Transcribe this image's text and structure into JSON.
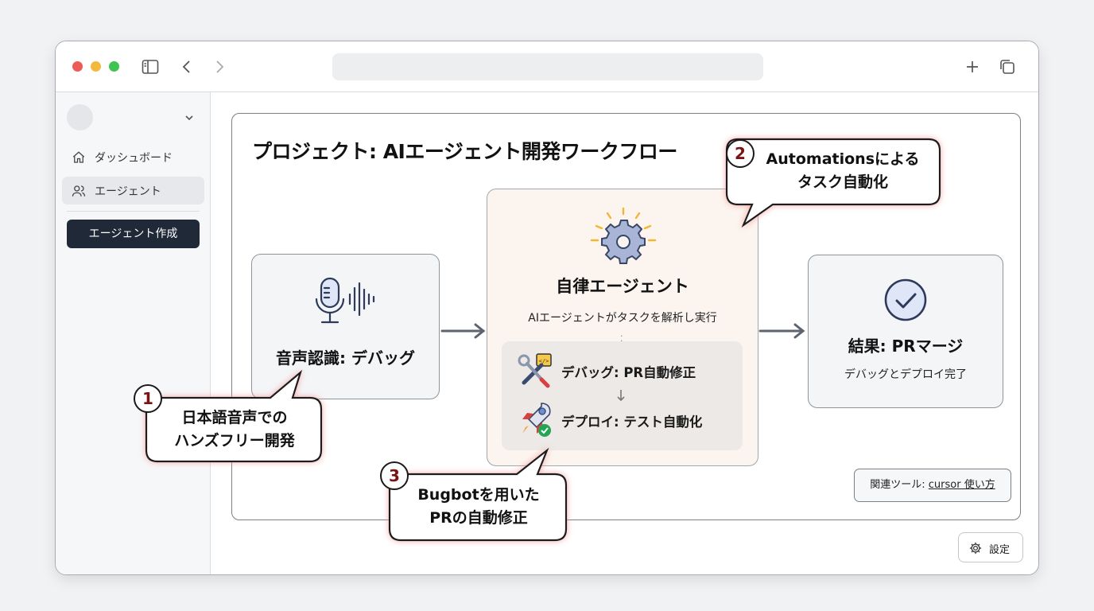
{
  "sidebar": {
    "items": [
      {
        "label": "ダッシュボード",
        "icon": "home-icon"
      },
      {
        "label": "エージェント",
        "icon": "users-icon"
      }
    ],
    "create_button": "エージェント作成"
  },
  "panel": {
    "title": "プロジェクト: AIエージェント開発ワークフロー"
  },
  "voice_box": {
    "title": "音声認識: デバッグ",
    "icon": "microphone-icon"
  },
  "agent_box": {
    "title": "自律エージェント",
    "subtitle": "AIエージェントがタスクを解析し実行",
    "steps": [
      {
        "label": "デバッグ: PR自動修正",
        "icon": "tools-icon"
      },
      {
        "label": "デプロイ: テスト自動化",
        "icon": "rocket-icon"
      }
    ]
  },
  "result_box": {
    "title": "結果: PRマージ",
    "subtitle": "デバッグとデプロイ完了",
    "icon": "check-circle-icon"
  },
  "callouts": [
    {
      "number": "1",
      "line1": "日本語音声での",
      "line2": "ハンズフリー開発"
    },
    {
      "number": "2",
      "line1": "Automationsによる",
      "line2": "タスク自動化"
    },
    {
      "number": "3",
      "line1": "Bugbotを用いた",
      "line2": "PRの自動修正"
    }
  ],
  "tool_tag": {
    "prefix": "関連ツール: ",
    "link": "cursor 使い方"
  },
  "settings": {
    "label": "設定"
  },
  "colors": {
    "accent_dark": "#1f2937",
    "callout_glow": "#f2b8b8",
    "badge_text": "#7a1414",
    "check": "#22a652"
  }
}
